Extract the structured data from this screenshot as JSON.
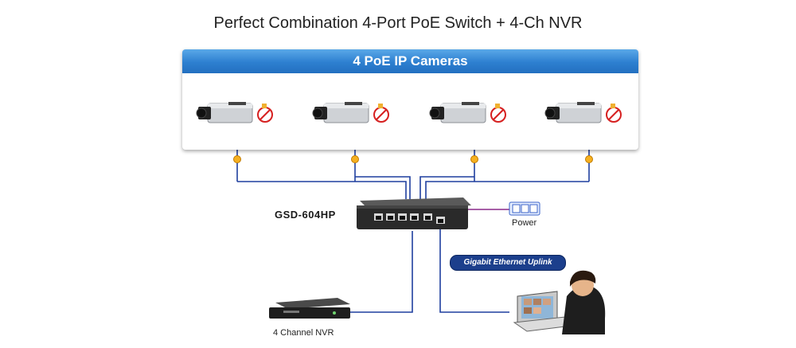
{
  "title": "Perfect Combination 4-Port PoE Switch + 4-Ch NVR",
  "cameras": {
    "header": "4 PoE IP Cameras",
    "items": [
      {
        "icon": "ip-camera-icon"
      },
      {
        "icon": "ip-camera-icon"
      },
      {
        "icon": "ip-camera-icon"
      },
      {
        "icon": "ip-camera-icon"
      }
    ],
    "no_power_icon": "no-power-plug-icon"
  },
  "switch": {
    "model": "GSD-604HP",
    "icon": "poe-switch-icon"
  },
  "power": {
    "label": "Power",
    "icon": "power-outlet-icon"
  },
  "uplink": {
    "label": "Gigabit Ethernet Uplink"
  },
  "nvr": {
    "label": "4 Channel NVR",
    "icon": "nvr-icon"
  },
  "workstation": {
    "icon": "user-laptop-icon"
  },
  "colors": {
    "poe_link": "#1f3f9f",
    "power_link": "#8a2a8a",
    "header_blue": "#2d7fd0",
    "poe_node": "#f5b020",
    "badge": "#1c3f8c"
  }
}
